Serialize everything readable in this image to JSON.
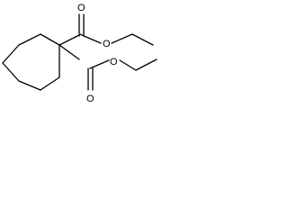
{
  "molecule": {
    "atom_labels": [
      "O",
      "O",
      "O",
      "O"
    ]
  }
}
